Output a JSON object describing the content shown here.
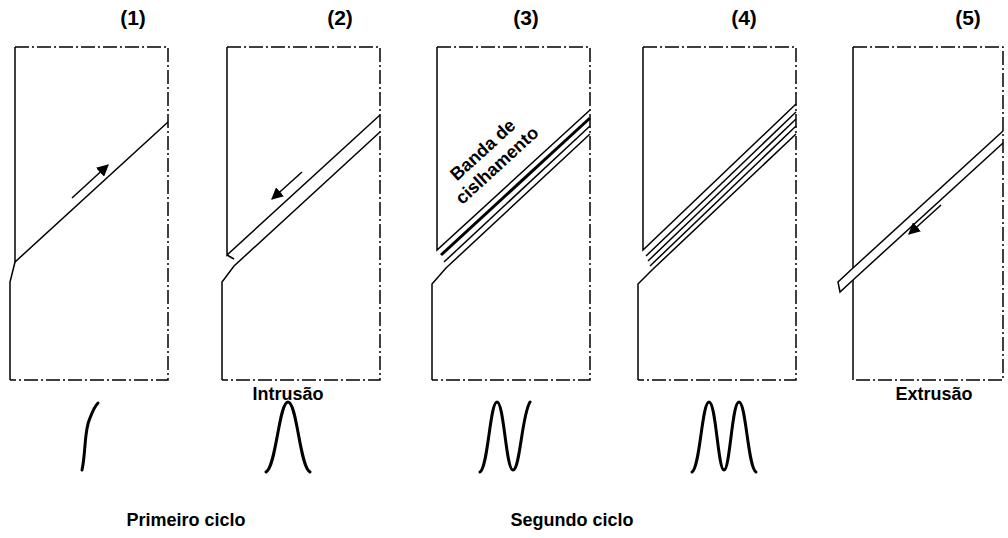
{
  "diagram": {
    "labels": [
      "(1)",
      "(2)",
      "(3)",
      "(4)",
      "(5)",
      "Banda de cislhamento",
      "Intrusão",
      "Extrusão",
      "Primeiro ciclo",
      "Segundo ciclo"
    ]
  }
}
